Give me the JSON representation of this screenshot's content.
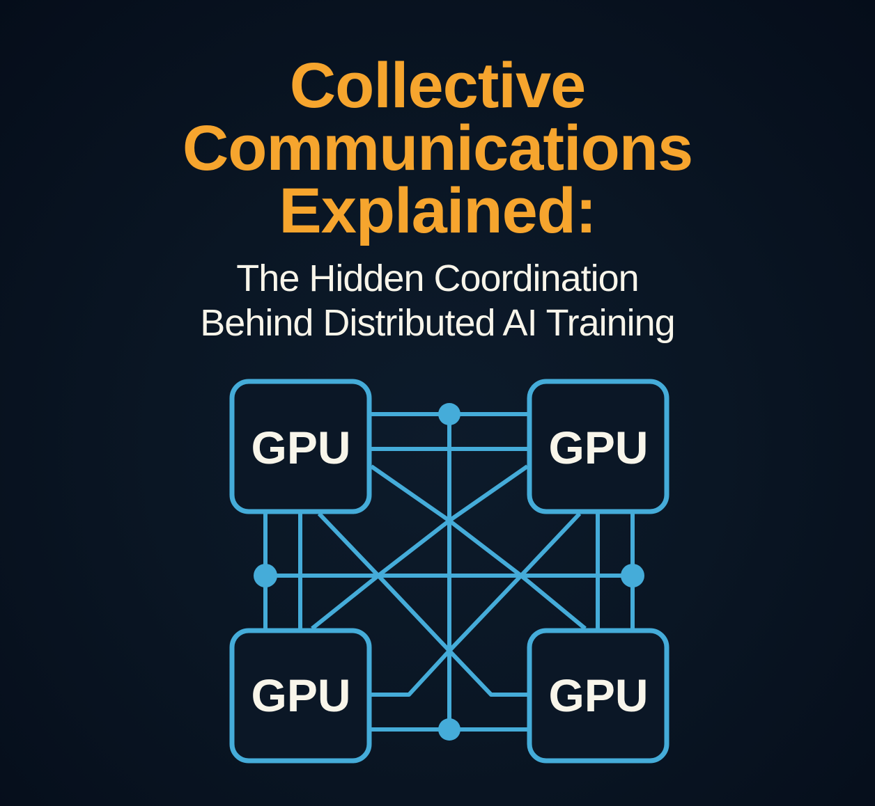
{
  "title": {
    "lines": [
      "Collective",
      "Communications",
      "Explained:"
    ]
  },
  "subtitle": {
    "lines": [
      "The Hidden Coordination",
      "Behind Distributed AI Training"
    ]
  },
  "diagram": {
    "nodes": [
      {
        "label": "GPU",
        "position": "top-left"
      },
      {
        "label": "GPU",
        "position": "top-right"
      },
      {
        "label": "GPU",
        "position": "bottom-left"
      },
      {
        "label": "GPU",
        "position": "bottom-right"
      }
    ],
    "junction_count": 4
  },
  "colors": {
    "background": "#0a1624",
    "title": "#f6a52e",
    "subtitle": "#f8f5ea",
    "link": "#45acd9",
    "node_fill": "#0b1726"
  }
}
